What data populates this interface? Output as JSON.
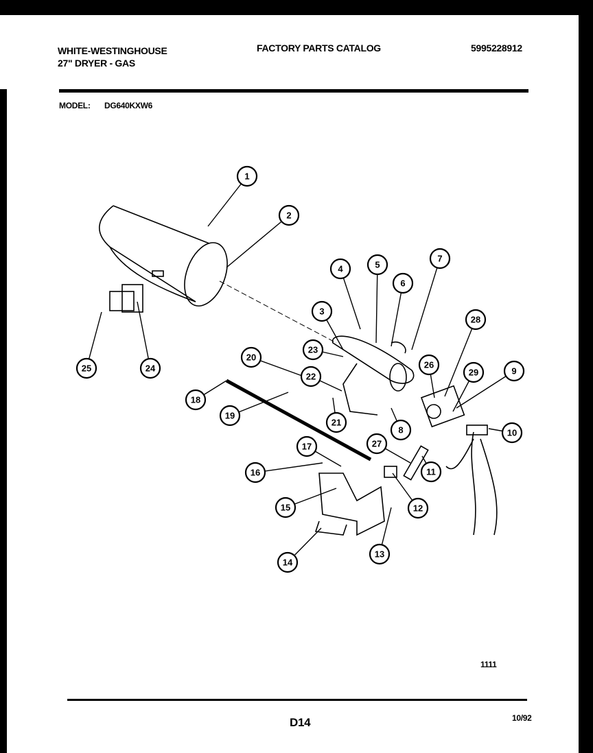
{
  "header": {
    "brand": "WHITE-WESTINGHOUSE",
    "product": "27\" DRYER - GAS",
    "catalog_title": "FACTORY PARTS CATALOG",
    "catalog_number": "5995228912",
    "model_label": "MODEL:",
    "model_value": "DG640KXW6"
  },
  "diagram": {
    "callouts": [
      "1",
      "2",
      "3",
      "4",
      "5",
      "6",
      "7",
      "8",
      "9",
      "10",
      "11",
      "12",
      "13",
      "14",
      "15",
      "16",
      "17",
      "18",
      "19",
      "20",
      "21",
      "22",
      "23",
      "24",
      "25",
      "26",
      "27",
      "28",
      "29"
    ]
  },
  "footer": {
    "figure_code": "1111",
    "page": "D14",
    "date": "10/92"
  }
}
